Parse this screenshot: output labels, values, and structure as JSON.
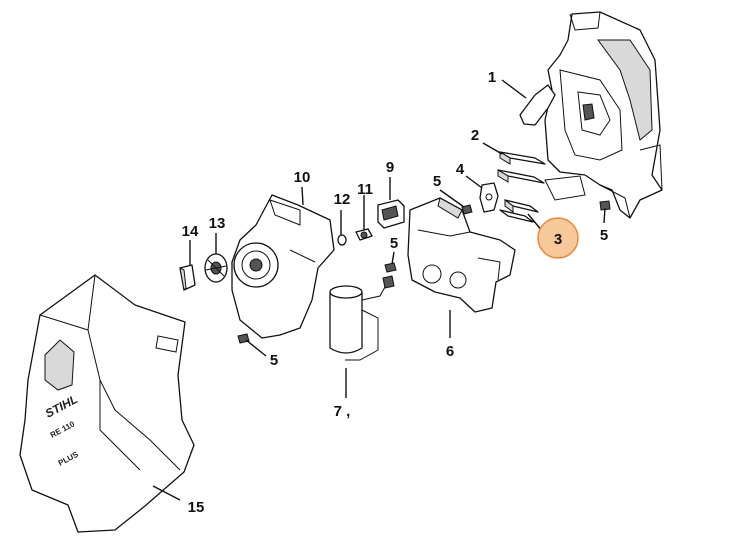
{
  "labels": {
    "p1": "1",
    "p2": "2",
    "p3": "3",
    "p4": "4",
    "p5a": "5",
    "p5b": "5",
    "p5c": "5",
    "p5d": "5",
    "p6": "6",
    "p7": "7 ,",
    "p9": "9",
    "p10": "10",
    "p11": "11",
    "p12": "12",
    "p13": "13",
    "p14": "14",
    "p15": "15"
  },
  "cover_text": {
    "brand": "STIHL",
    "model": "RE 110",
    "variant": "PLUS"
  },
  "colors": {
    "highlight_fill": "#F6C89A",
    "highlight_stroke": "#E8893A",
    "line": "#111111"
  }
}
